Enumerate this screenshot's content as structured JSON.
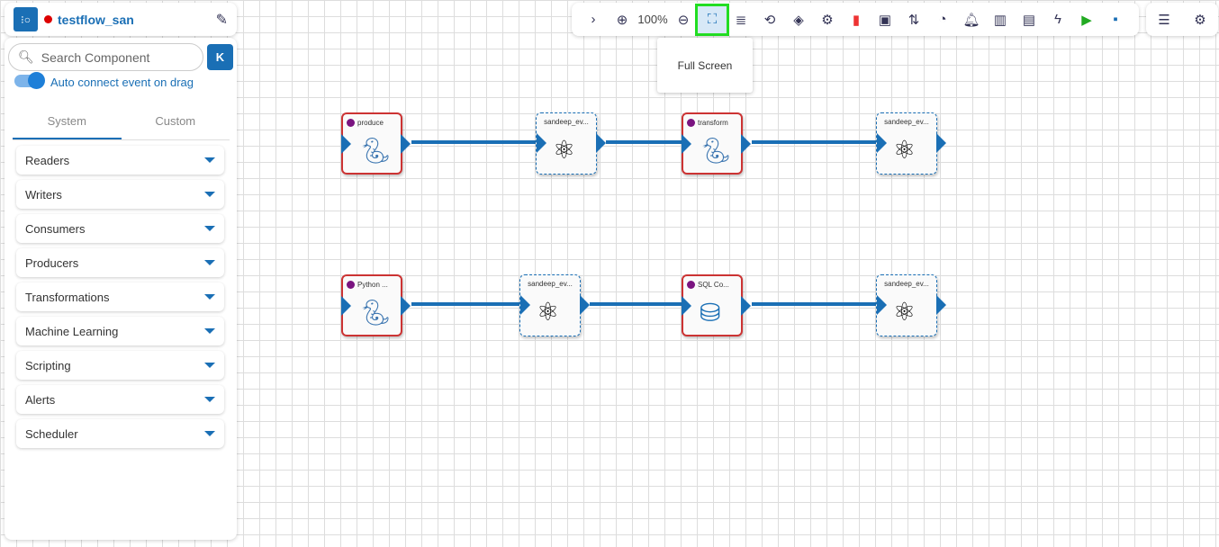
{
  "header": {
    "title": "testflow_san",
    "status_color": "#dd0000"
  },
  "sidebar": {
    "search_placeholder": "Search Component",
    "collapse_label": "K",
    "toggle_label": "Auto connect event on drag",
    "toggle_on": true,
    "tabs": [
      {
        "label": "System",
        "active": true
      },
      {
        "label": "Custom",
        "active": false
      }
    ],
    "items": [
      {
        "label": "Readers"
      },
      {
        "label": "Writers"
      },
      {
        "label": "Consumers"
      },
      {
        "label": "Producers"
      },
      {
        "label": "Transformations"
      },
      {
        "label": "Machine Learning"
      },
      {
        "label": "Scripting"
      },
      {
        "label": "Alerts"
      },
      {
        "label": "Scheduler"
      }
    ]
  },
  "toolbar": {
    "zoom": "100%",
    "tooltip": "Full Screen",
    "accent": "#1a6fb5"
  },
  "nodes": [
    {
      "label": "produce",
      "type": "python"
    },
    {
      "label": "sandeep_ev...",
      "type": "event"
    },
    {
      "label": "transform",
      "type": "python"
    },
    {
      "label": "sandeep_ev...",
      "type": "event"
    },
    {
      "label": "Python ...",
      "type": "python"
    },
    {
      "label": "sandeep_ev...",
      "type": "event"
    },
    {
      "label": "SQL Co...",
      "type": "sql"
    },
    {
      "label": "sandeep_ev...",
      "type": "event"
    }
  ]
}
